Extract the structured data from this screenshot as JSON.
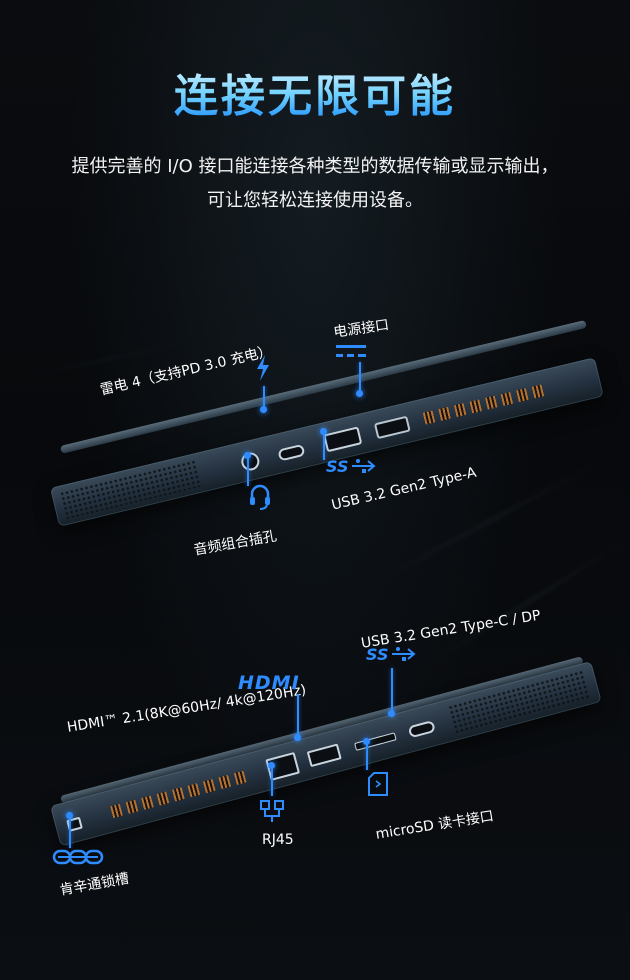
{
  "header": {
    "title": "连接无限可能",
    "subtitle_line1": "提供完善的 I/O 接口能连接各种类型的数据传输或显示输出，",
    "subtitle_line2": "可让您轻松连接使用设备。"
  },
  "laptop_right": {
    "labels": {
      "thunderbolt": "雷电 4（支持PD 3.0 充电）",
      "power": "电源接口",
      "usb_a": "USB 3.2 Gen2 Type-A",
      "audio": "音频组合插孔"
    }
  },
  "laptop_left": {
    "labels": {
      "usb_c": "USB 3.2 Gen2 Type-C / DP",
      "hdmi": "HDMI™ 2.1(8K@60Hz/ 4k@120Hz)",
      "rj45": "RJ45",
      "microsd": "microSD 读卡接口",
      "kensington": "肯辛通锁槽"
    }
  },
  "icons": {
    "thunderbolt": "lightning-icon",
    "power": "dc-power-icon",
    "usb_a": "superspeed-usb-icon",
    "audio": "headset-icon",
    "usb_c": "superspeed-usb-icon",
    "hdmi": "hdmi-logo",
    "rj45": "network-icon",
    "microsd": "sd-card-icon",
    "kensington": "lock-chain-icon"
  },
  "colors": {
    "accent": "#2f8cff",
    "vent": "#c27a32",
    "chassis": "#2a3846"
  }
}
